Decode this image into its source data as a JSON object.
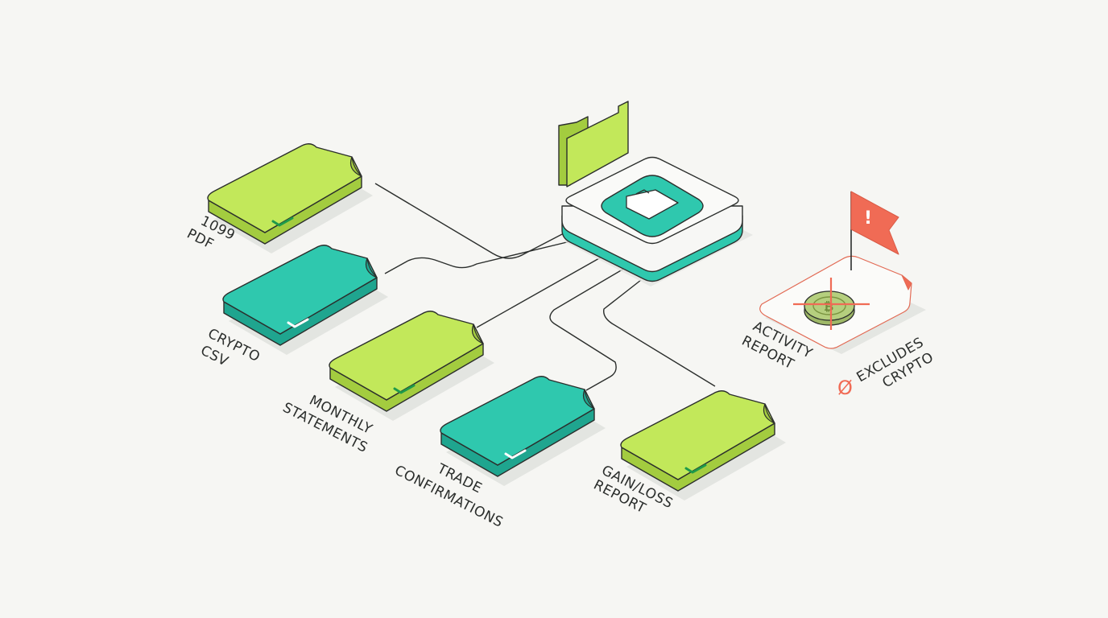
{
  "colors": {
    "lime": "#c2e85a",
    "lime_side": "#a3cc3f",
    "teal": "#2fc8ae",
    "teal_side": "#1fa58f",
    "outline": "#2b2e2c",
    "check_on_lime": "#1e9a4a",
    "check_on_teal": "#ffffff",
    "warning_red": "#f06b55",
    "coin": "#b5cf7e"
  },
  "documents": [
    {
      "id": "1099",
      "color": "lime",
      "label_lines": [
        "1099",
        "PDF"
      ],
      "verified": true
    },
    {
      "id": "crypto",
      "color": "teal",
      "label_lines": [
        "CRYPTO",
        "CSV"
      ],
      "verified": true
    },
    {
      "id": "monthly",
      "color": "lime",
      "label_lines": [
        "MONTHLY",
        "STATEMENTS"
      ],
      "verified": true
    },
    {
      "id": "trade",
      "color": "teal",
      "label_lines": [
        "TRADE",
        "CONFIRMATIONS"
      ],
      "verified": true
    },
    {
      "id": "gainloss",
      "color": "lime",
      "label_lines": [
        "GAIN/LOSS",
        "REPORT"
      ],
      "verified": true
    }
  ],
  "activity_report": {
    "label_lines": [
      "ACTIVITY",
      "REPORT"
    ],
    "flag_icon": "exclamation-icon",
    "flag_mark": "!",
    "coin_icon": "bitcoin-coin-icon",
    "strike_icon": "crosshair-strike-icon"
  },
  "exclusion_note": {
    "symbol": "Ø",
    "label_lines": [
      "EXCLUDES",
      "CRYPTO"
    ]
  },
  "hub": {
    "icon": "folder-icon"
  }
}
